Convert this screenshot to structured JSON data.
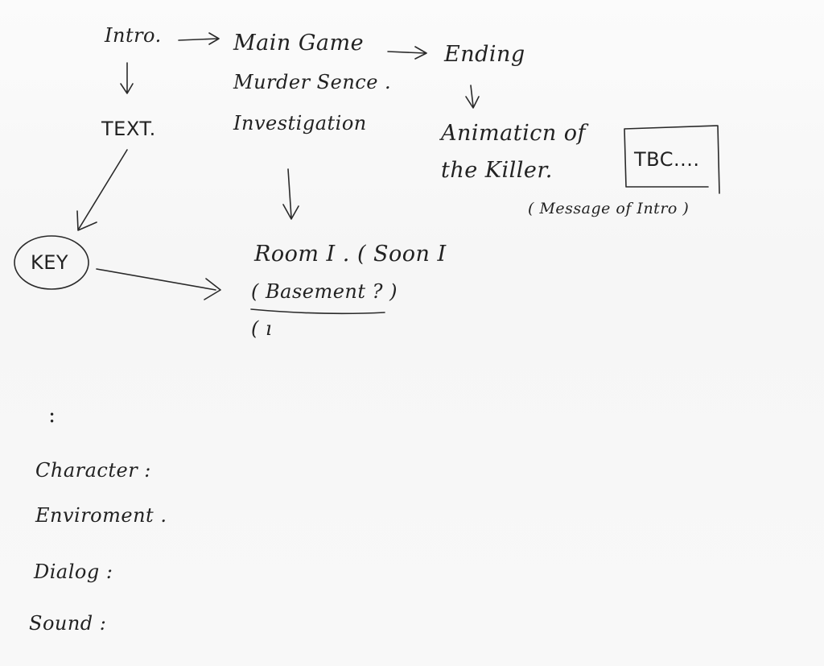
{
  "flow": {
    "intro": "Intro.",
    "main_game": "Main Game",
    "ending": "Ending",
    "text": "TEXT.",
    "murder_scene": "Murder Sence .",
    "investigation": "Investigation",
    "animation": "Animaticn of",
    "the_killer": "the Killer.",
    "tbc": "TBC....",
    "message": "( Message of Intro )",
    "key": "KEY",
    "room": "Room I . ( Soon I",
    "basement": "( Basement ? )",
    "room_extra": "( ı"
  },
  "notes": {
    "colon": ":",
    "character": "Character :",
    "environment": "Enviroment .",
    "dialog": "Dialog :",
    "sound": "Sound :"
  },
  "ink_color": "#2a2a2a"
}
